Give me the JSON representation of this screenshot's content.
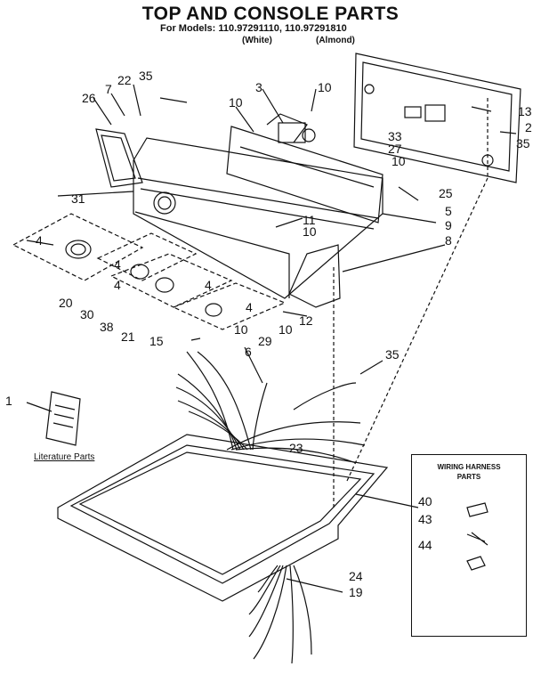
{
  "header": {
    "title": "TOP AND CONSOLE PARTS",
    "models_line": "For Models: 110.97291110, 110.97291810",
    "color_white": "(White)",
    "color_almond": "(Almond)"
  },
  "literature_label": "Literature Parts",
  "wiring_harness": {
    "title_line1": "WIRING HARNESS",
    "title_line2": "PARTS"
  },
  "callouts": [
    "1",
    "2",
    "3",
    "4",
    "4",
    "4",
    "4",
    "4",
    "5",
    "6",
    "7",
    "8",
    "9",
    "10",
    "10",
    "10",
    "10",
    "10",
    "10",
    "11",
    "12",
    "13",
    "15",
    "19",
    "20",
    "21",
    "22",
    "23",
    "24",
    "25",
    "26",
    "27",
    "29",
    "30",
    "31",
    "33",
    "35",
    "35",
    "35",
    "38",
    "40",
    "43",
    "44"
  ]
}
